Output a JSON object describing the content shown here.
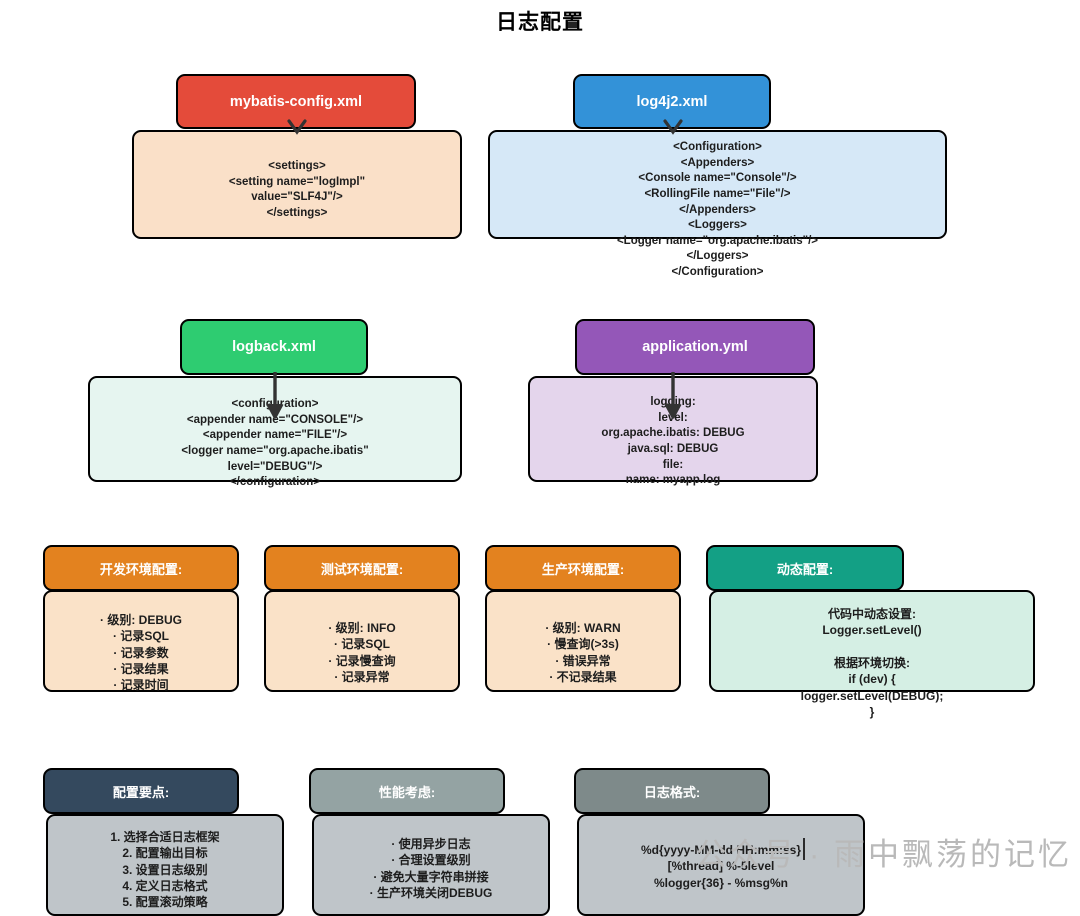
{
  "title": "日志配置",
  "watermark": "公众号 · 雨中飘荡的记忆",
  "colors": {
    "red": "#E44B3A",
    "red_body": "#FAE0C8",
    "blue": "#3392D8",
    "blue_body": "#D6E8F7",
    "green": "#2ECC71",
    "green_body": "#E6F5F0",
    "purple": "#9457B8",
    "purple_body": "#E4D5EC",
    "orange": "#E3821F",
    "orange_body": "#FAE2C8",
    "teal": "#13A085",
    "teal_body": "#D5EFE4",
    "navy": "#34495E",
    "gray_body": "#BFC5C9",
    "gray_mid": "#94A3A3",
    "gray_dark": "#7E8A8A"
  },
  "cards": [
    {
      "id": "mybatis-config-xml",
      "header": "mybatis-config.xml",
      "body": "<settings>\n<setting name=\"logImpl\"\nvalue=\"SLF4J\"/>\n</settings>"
    },
    {
      "id": "log4j2-xml",
      "header": "log4j2.xml",
      "body": "<Configuration>\n<Appenders>\n<Console name=\"Console\"/>\n<RollingFile name=\"File\"/>\n</Appenders>\n<Loggers>\n<Logger name=\"org.apache.ibatis\"/>\n</Loggers>\n</Configuration>"
    },
    {
      "id": "logback-xml",
      "header": "logback.xml",
      "body": "<configuration>\n<appender name=\"CONSOLE\"/>\n<appender name=\"FILE\"/>\n<logger name=\"org.apache.ibatis\"\nlevel=\"DEBUG\"/>\n</configuration>"
    },
    {
      "id": "application-yml",
      "header": "application.yml",
      "body": "logging:\nlevel:\norg.apache.ibatis: DEBUG\njava.sql: DEBUG\nfile:\nname: myapp.log"
    },
    {
      "id": "dev-env-config",
      "header": "开发环境配置:",
      "body": "· 级别: DEBUG\n· 记录SQL\n· 记录参数\n· 记录结果\n· 记录时间"
    },
    {
      "id": "test-env-config",
      "header": "测试环境配置:",
      "body": "· 级别: INFO\n· 记录SQL\n· 记录慢查询\n· 记录异常"
    },
    {
      "id": "prod-env-config",
      "header": "生产环境配置:",
      "body": "· 级别: WARN\n· 慢查询(>3s)\n· 错误异常\n· 不记录结果"
    },
    {
      "id": "dynamic-config",
      "header": "动态配置:",
      "body": "代码中动态设置:\nLogger.setLevel()\n\n根据环境切换:\nif (dev) {\nlogger.setLevel(DEBUG);\n}"
    },
    {
      "id": "config-key-points",
      "header": "配置要点:",
      "body": "1. 选择合适日志框架\n2. 配置输出目标\n3. 设置日志级别\n4. 定义日志格式\n5. 配置滚动策略"
    },
    {
      "id": "performance-considerations",
      "header": "性能考虑:",
      "body": "· 使用异步日志\n· 合理设置级别\n· 避免大量字符串拼接\n· 生产环境关闭DEBUG"
    },
    {
      "id": "log-format",
      "header": "日志格式:",
      "body": "%d{yyyy-MM-dd HH:mm:ss}\n[%thread] %-5level\n%logger{36} - %msg%n"
    }
  ]
}
